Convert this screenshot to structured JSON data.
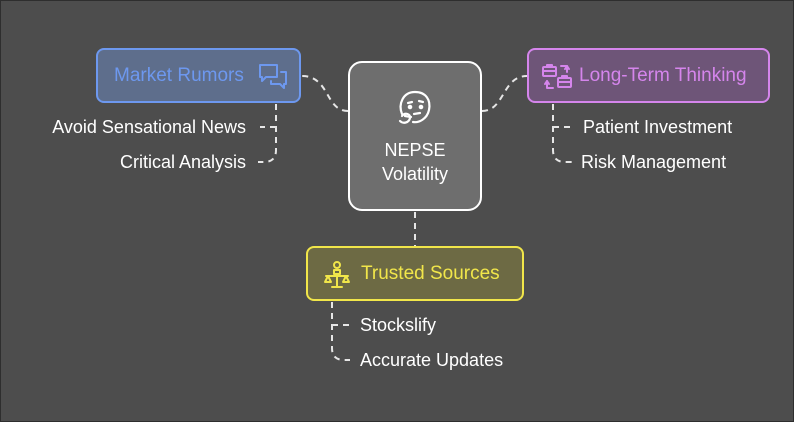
{
  "center": {
    "line1": "NEPSE",
    "line2": "Volatility",
    "icon": "thinking-face-icon"
  },
  "branches": {
    "market_rumors": {
      "label": "Market Rumors",
      "icon": "speech-bubbles-icon",
      "color": "#6d98ef",
      "items": [
        "Avoid Sensational News",
        "Critical Analysis"
      ]
    },
    "long_term": {
      "label": "Long-Term Thinking",
      "icon": "briefcase-exchange-icon",
      "color": "#d585ec",
      "items": [
        "Patient Investment",
        "Risk Management"
      ]
    },
    "trusted_sources": {
      "label": "Trusted Sources",
      "icon": "scales-person-icon",
      "color": "#f1e64a",
      "items": [
        "Stockslify",
        "Accurate Updates"
      ]
    }
  },
  "colors": {
    "background": "#4d4d4d",
    "connector": "#e6e6e6",
    "text": "#ffffff"
  }
}
